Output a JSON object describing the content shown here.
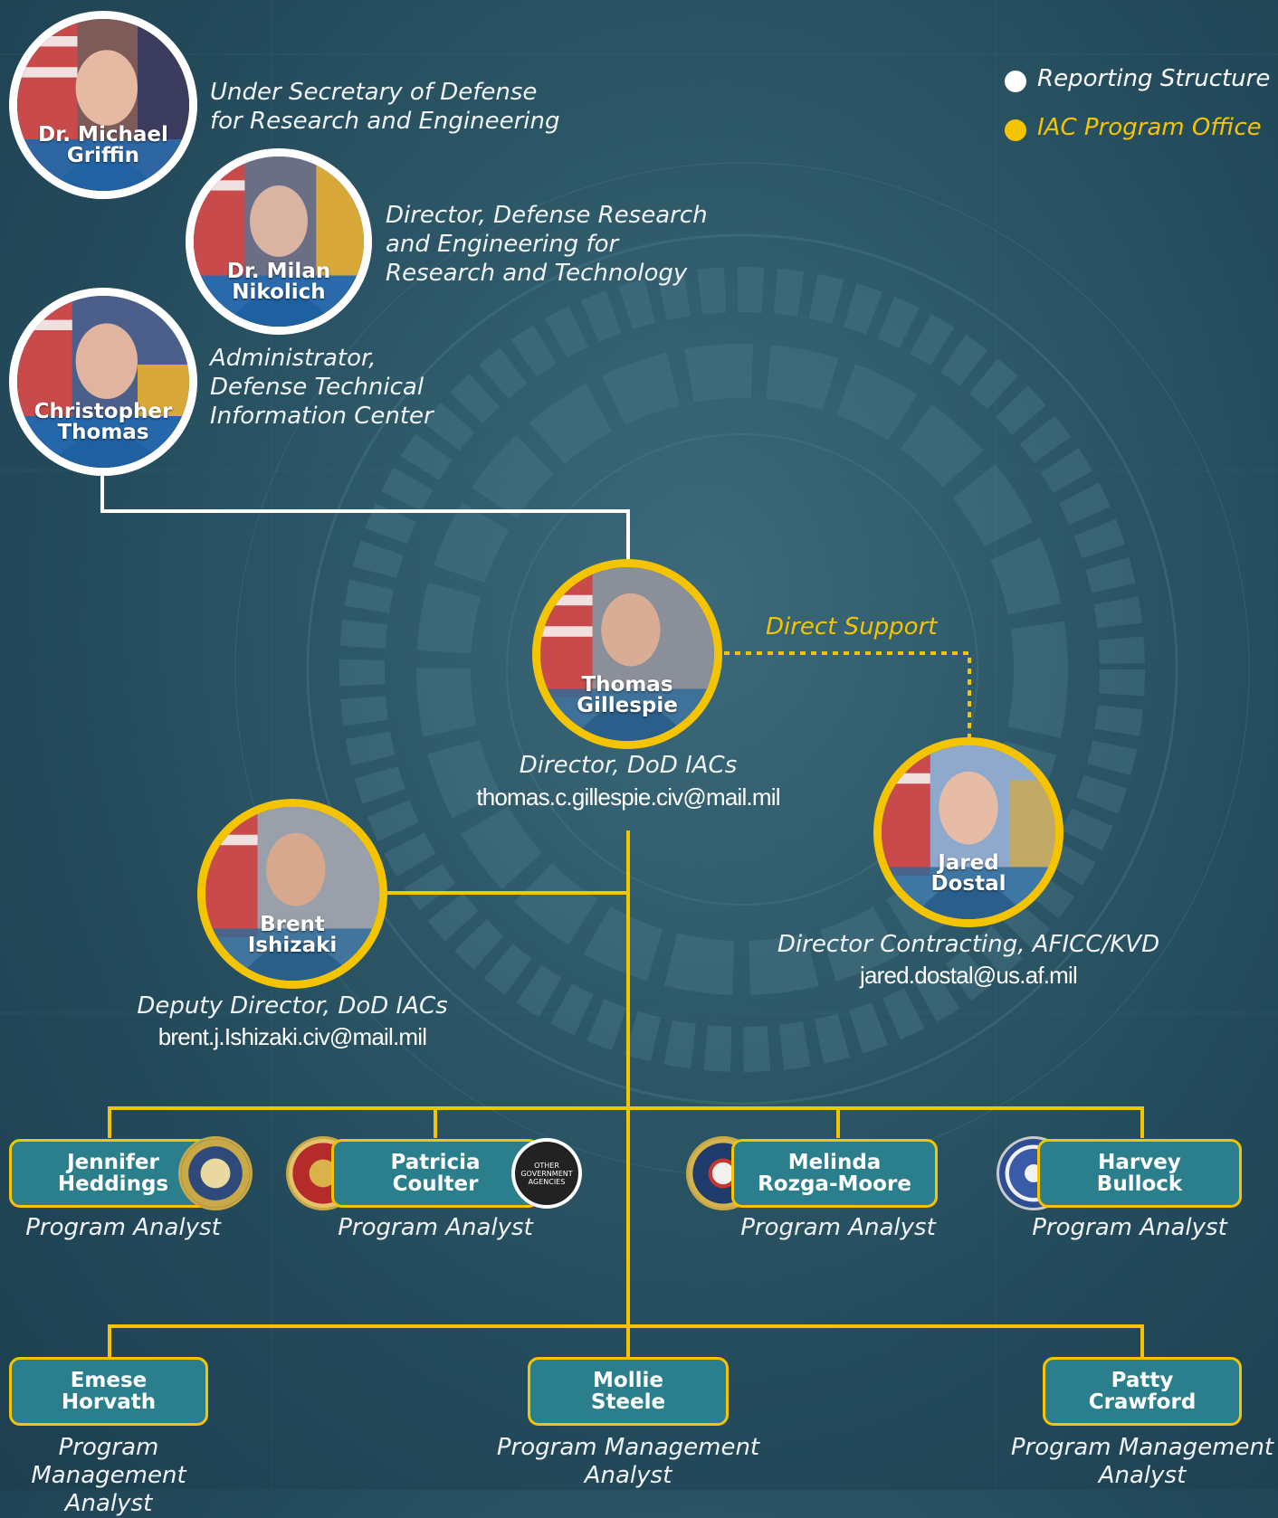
{
  "legend": {
    "reporting": {
      "label": "Reporting Structure",
      "color": "#ffffff"
    },
    "program_office": {
      "label": "IAC Program Office",
      "color": "#f5c400"
    }
  },
  "leadership": [
    {
      "name": "Dr. Michael\nGriffin",
      "title": "Under Secretary of Defense\nfor Research and Engineering"
    },
    {
      "name": "Dr. Milan\nNikolich",
      "title": "Director, Defense Research\nand Engineering for\nResearch and Technology"
    },
    {
      "name": "Christopher\nThomas",
      "title": "Administrator,\nDefense Technical\nInformation Center"
    }
  ],
  "director": {
    "name": "Thomas\nGillespie",
    "title": "Director, DoD IACs",
    "email": "thomas.c.gillespie.civ@mail.mil"
  },
  "direct_support": {
    "label": "Direct Support"
  },
  "contracting": {
    "name": "Jared\nDostal",
    "title": "Director Contracting, AFICC/KVD",
    "email": "jared.dostal@us.af.mil"
  },
  "deputy": {
    "name": "Brent\nIshizaki",
    "title": "Deputy Director, DoD IACs",
    "email": "brent.j.Ishizaki.civ@mail.mil"
  },
  "analysts": [
    {
      "name": "Jennifer\nHeddings",
      "role": "Program Analyst",
      "seal": "army-seal-icon"
    },
    {
      "name": "Patricia\nCoulter",
      "role": "Program Analyst",
      "seal": "marine-corps-seal-icon",
      "seal2": "other-government-agencies-seal-icon",
      "seal2_text": "OTHER\nGOVERNMENT\nAGENCIES"
    },
    {
      "name": "Melinda\nRozga-Moore",
      "role": "Program Analyst",
      "seal": "navy-seal-icon"
    },
    {
      "name": "Harvey\nBullock",
      "role": "Program Analyst",
      "seal": "air-force-seal-icon"
    }
  ],
  "managers": [
    {
      "name": "Emese\nHorvath",
      "role": "Program Management\nAnalyst"
    },
    {
      "name": "Mollie\nSteele",
      "role": "Program Management\nAnalyst"
    },
    {
      "name": "Patty\nCrawford",
      "role": "Program Management\nAnalyst"
    }
  ]
}
